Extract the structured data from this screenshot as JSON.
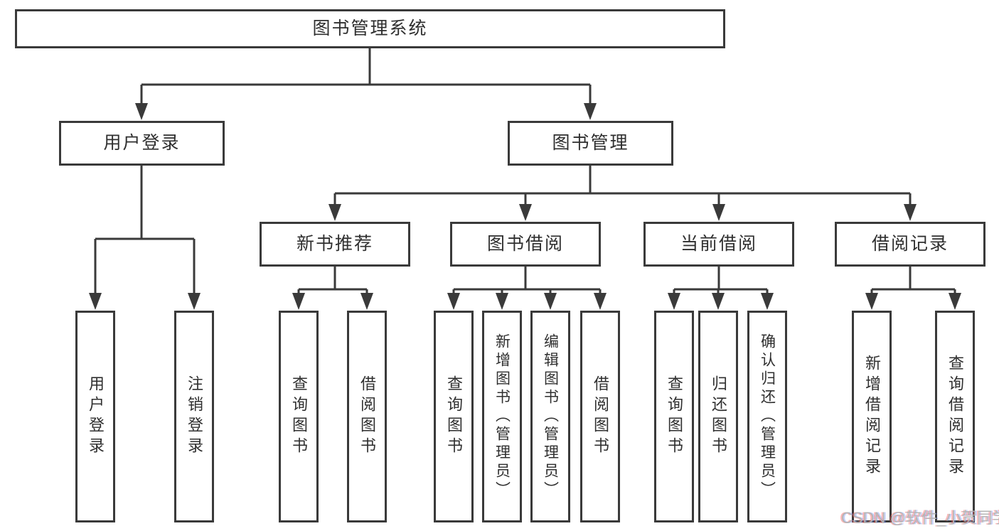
{
  "title": "图书管理系统",
  "tree": {
    "label": "图书管理系统",
    "children": [
      {
        "label": "用户登录",
        "children": [
          {
            "label": "用户登录"
          },
          {
            "label": "注销登录"
          }
        ]
      },
      {
        "label": "图书管理",
        "children": [
          {
            "label": "新书推荐",
            "children": [
              {
                "label": "查询图书"
              },
              {
                "label": "借阅图书"
              }
            ]
          },
          {
            "label": "图书借阅",
            "children": [
              {
                "label": "查询图书"
              },
              {
                "label": "新增图书（管理员）"
              },
              {
                "label": "编辑图书（管理员）"
              },
              {
                "label": "借阅图书"
              }
            ]
          },
          {
            "label": "当前借阅",
            "children": [
              {
                "label": "查询图书"
              },
              {
                "label": "归还图书"
              },
              {
                "label": "确认归还（管理员）"
              }
            ]
          },
          {
            "label": "借阅记录",
            "children": [
              {
                "label": "新增借阅记录"
              },
              {
                "label": "查询借阅记录"
              }
            ]
          }
        ]
      }
    ]
  },
  "watermark": {
    "text": "CSDN @软件_小贺同学"
  },
  "colors": {
    "line": "#3a3a3a",
    "box_border": "#3a3a3a",
    "text": "#2f2f2f",
    "watermark": "#b5b5b5",
    "background": "#ffffff"
  }
}
